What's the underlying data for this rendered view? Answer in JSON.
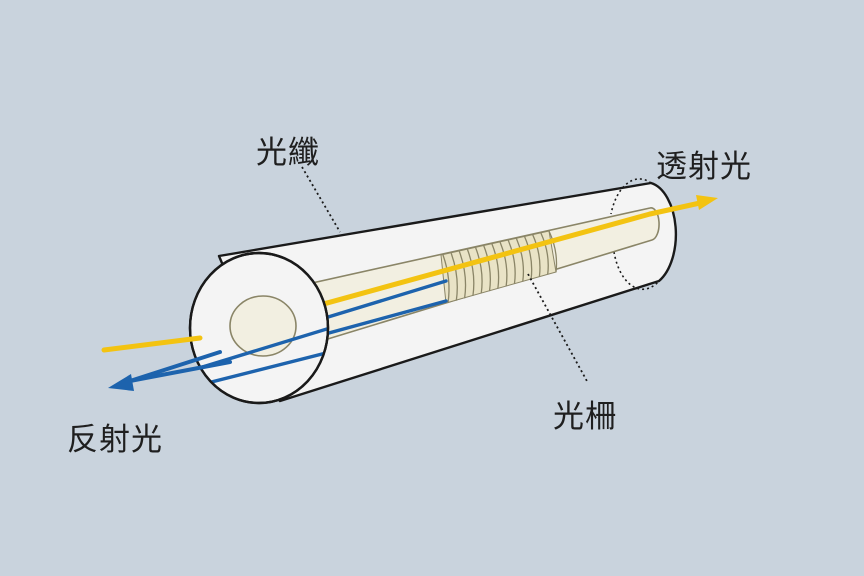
{
  "labels": {
    "fiber": "光纖",
    "transmitted": "透射光",
    "grating": "光柵",
    "reflected": "反射光"
  },
  "colors": {
    "background": "#c9d3dd",
    "cladding_fill": "#f4f4f4",
    "outline": "#1a1a1a",
    "core_fill": "#f2efe1",
    "core_outline": "#8a8567",
    "grating_fill": "#e9e3c6",
    "transmitted_light": "#f3c311",
    "reflected_light": "#1d63ad",
    "label_text": "#1f1f1f"
  },
  "icons": {
    "transmitted_arrow": "arrow-right-icon",
    "reflected_arrow": "arrow-left-icon"
  }
}
